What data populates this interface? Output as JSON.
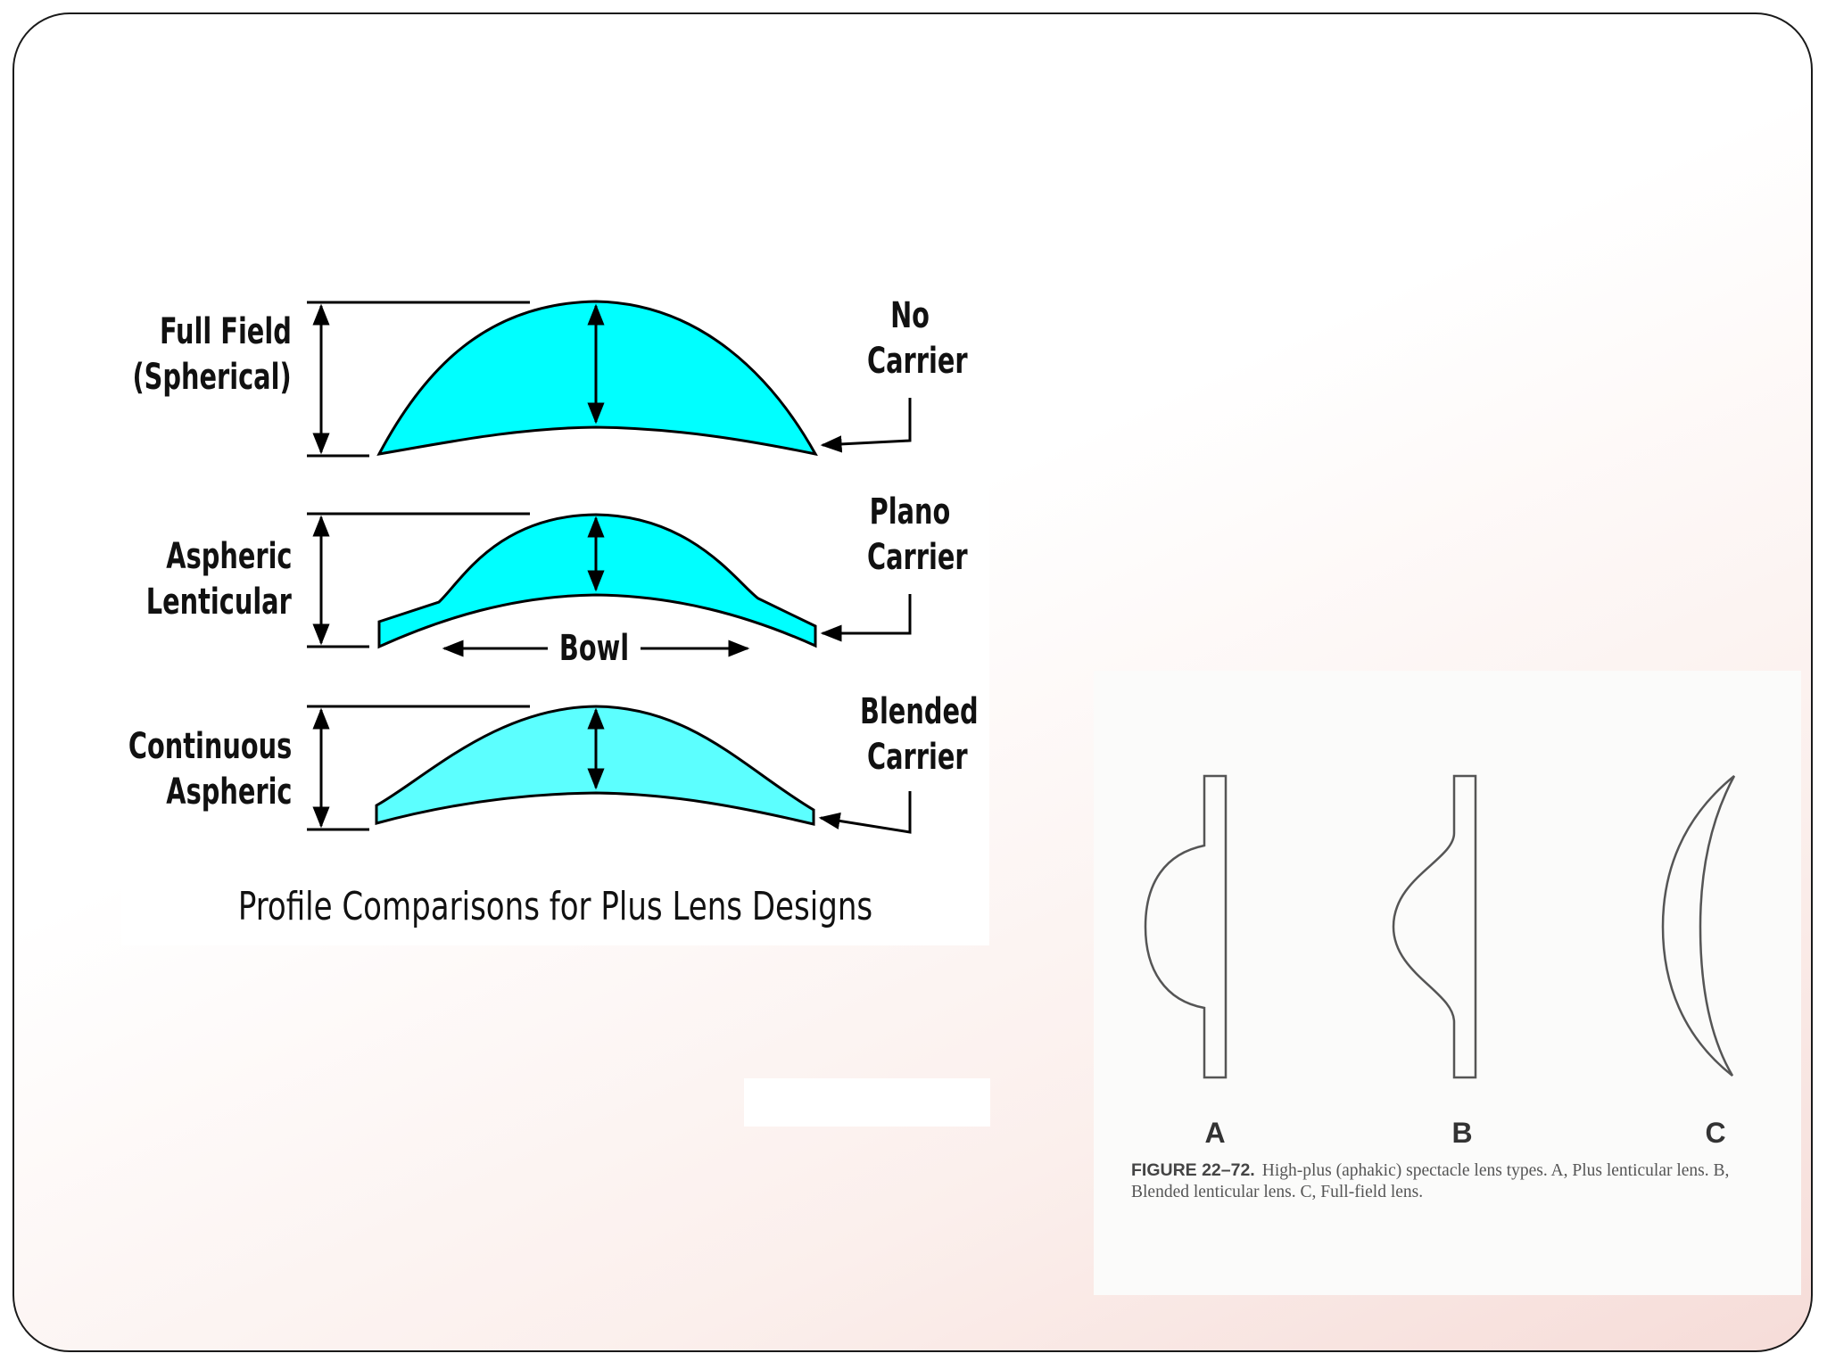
{
  "left_figure": {
    "rows": [
      {
        "left_label_1": "Full Field",
        "left_label_2": "(Spherical)",
        "right_label_1": "No",
        "right_label_2": "Carrier"
      },
      {
        "left_label_1": "Aspheric",
        "left_label_2": "Lenticular",
        "right_label_1": "Plano",
        "right_label_2": "Carrier"
      },
      {
        "left_label_1": "Continuous",
        "left_label_2": "Aspheric",
        "right_label_1": "Blended",
        "right_label_2": "Carrier"
      }
    ],
    "bowl_label": "Bowl",
    "caption": "Profile Comparisons for Plus Lens Designs",
    "colors": {
      "lens_fill_1": "#00ffff",
      "lens_fill_2": "#00ffff",
      "lens_fill_3": "#5cffff"
    }
  },
  "right_figure": {
    "panel_letters": [
      "A",
      "B",
      "C"
    ],
    "caption_id": "FIGURE 22–72.",
    "caption_text": "High-plus (aphakic) spectacle lens types. A, Plus lenticular lens. B, Blended lenticular lens. C, Full-field lens."
  }
}
